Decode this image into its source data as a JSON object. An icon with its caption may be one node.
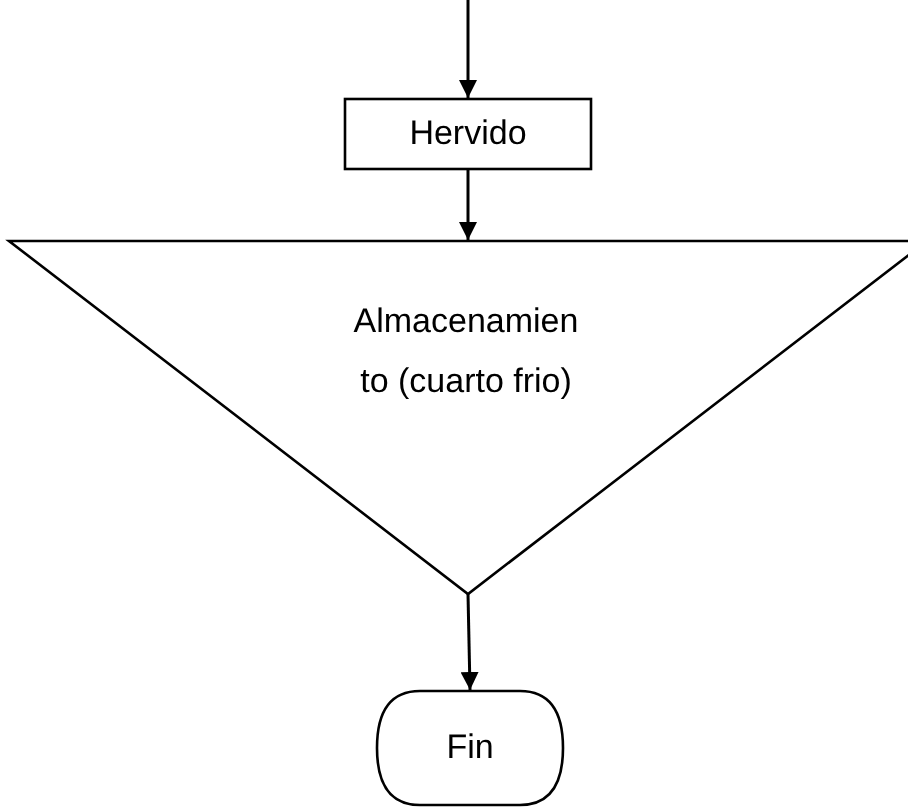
{
  "diagram": {
    "nodes": [
      {
        "text": [
          "Hervido"
        ]
      },
      {
        "text": [
          "Almacenamien to (cuarto frio)"
        ]
      },
      {
        "text": [
          "Fin"
        ]
      }
    ],
    "edges": [
      {
        "from": null,
        "to": 0,
        "arrow": "to"
      },
      {
        "from": 0,
        "to": 1,
        "arrow": "to"
      },
      {
        "from": 1,
        "to": 2,
        "arrow": "to"
      }
    ]
  }
}
